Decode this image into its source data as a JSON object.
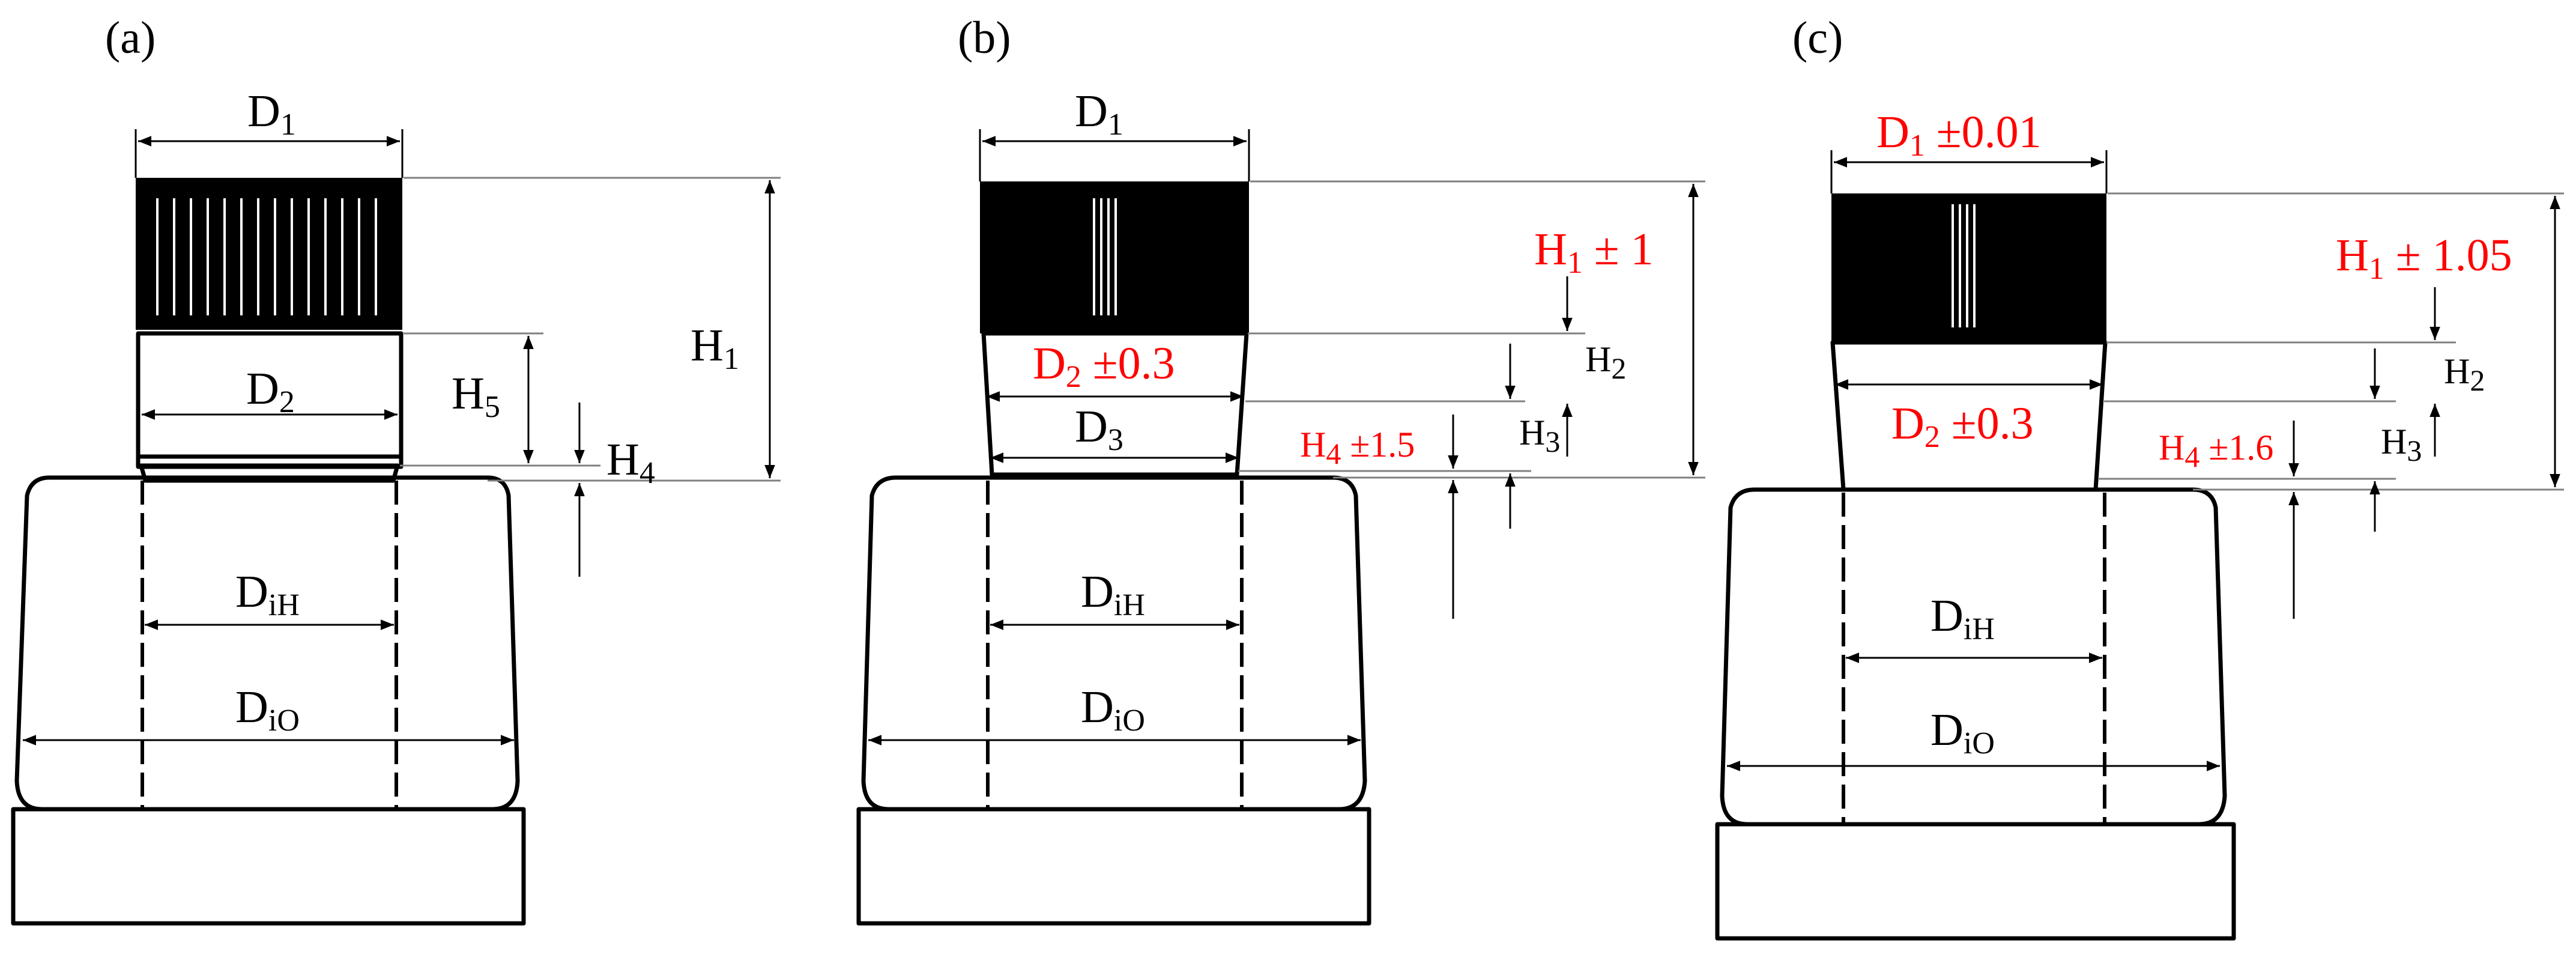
{
  "panels": [
    {
      "id": "a",
      "tag": "(a)",
      "labels": {
        "d1": {
          "main": "D",
          "sub": "1"
        },
        "d2": {
          "main": "D",
          "sub": "2"
        },
        "h1": {
          "main": "H",
          "sub": "1"
        },
        "h5": {
          "main": "H",
          "sub": "5"
        },
        "h4": {
          "main": "H",
          "sub": "4"
        },
        "dih": {
          "main": "D",
          "sub": "iH"
        },
        "dio": {
          "main": "D",
          "sub": "iO"
        }
      }
    },
    {
      "id": "b",
      "tag": "(b)",
      "labels": {
        "d1": {
          "main": "D",
          "sub": "1"
        },
        "d2": {
          "main": "D",
          "sub": "2",
          "tol": " ±0.3"
        },
        "d3": {
          "main": "D",
          "sub": "3"
        },
        "h1": {
          "main": "H",
          "sub": "1",
          "tol": " ± 1"
        },
        "h2": {
          "main": "H",
          "sub": "2"
        },
        "h3": {
          "main": "H",
          "sub": "3"
        },
        "h4": {
          "main": "H",
          "sub": "4",
          "tol": " ±1.5"
        },
        "dih": {
          "main": "D",
          "sub": "iH"
        },
        "dio": {
          "main": "D",
          "sub": "iO"
        }
      }
    },
    {
      "id": "c",
      "tag": "(c)",
      "labels": {
        "d1": {
          "main": "D",
          "sub": "1",
          "tol": " ±0.01"
        },
        "d2": {
          "main": "D",
          "sub": "2",
          "tol": " ±0.3"
        },
        "h1": {
          "main": "H",
          "sub": "1",
          "tol": " ± 1.05"
        },
        "h2": {
          "main": "H",
          "sub": "2"
        },
        "h3": {
          "main": "H",
          "sub": "3"
        },
        "h4": {
          "main": "H",
          "sub": "4",
          "tol": " ±1.6"
        },
        "dih": {
          "main": "D",
          "sub": "iH"
        },
        "dio": {
          "main": "D",
          "sub": "iO"
        }
      }
    }
  ],
  "colors": {
    "ink": "#000000",
    "tolerance": "#ff0000",
    "extension_line": "#808080"
  }
}
